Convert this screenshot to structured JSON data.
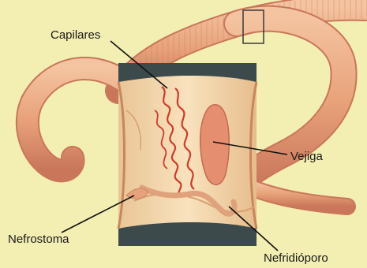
{
  "labels": {
    "capilares": "Capilares",
    "vejiga": "Vejiga",
    "nefrostoma": "Nefrostoma",
    "nefridioporo": "Nefridióporo"
  },
  "colors": {
    "background": "#f3eeb2",
    "worm_body": "#e8a27a",
    "worm_shadow": "#c9765a",
    "worm_light": "#f4c3a0",
    "section_bg": "#f6dcb2",
    "section_band": "#3c4a4c",
    "capillary": "#d23a2a",
    "bladder": "#e58f70",
    "leader_line": "#111111"
  }
}
